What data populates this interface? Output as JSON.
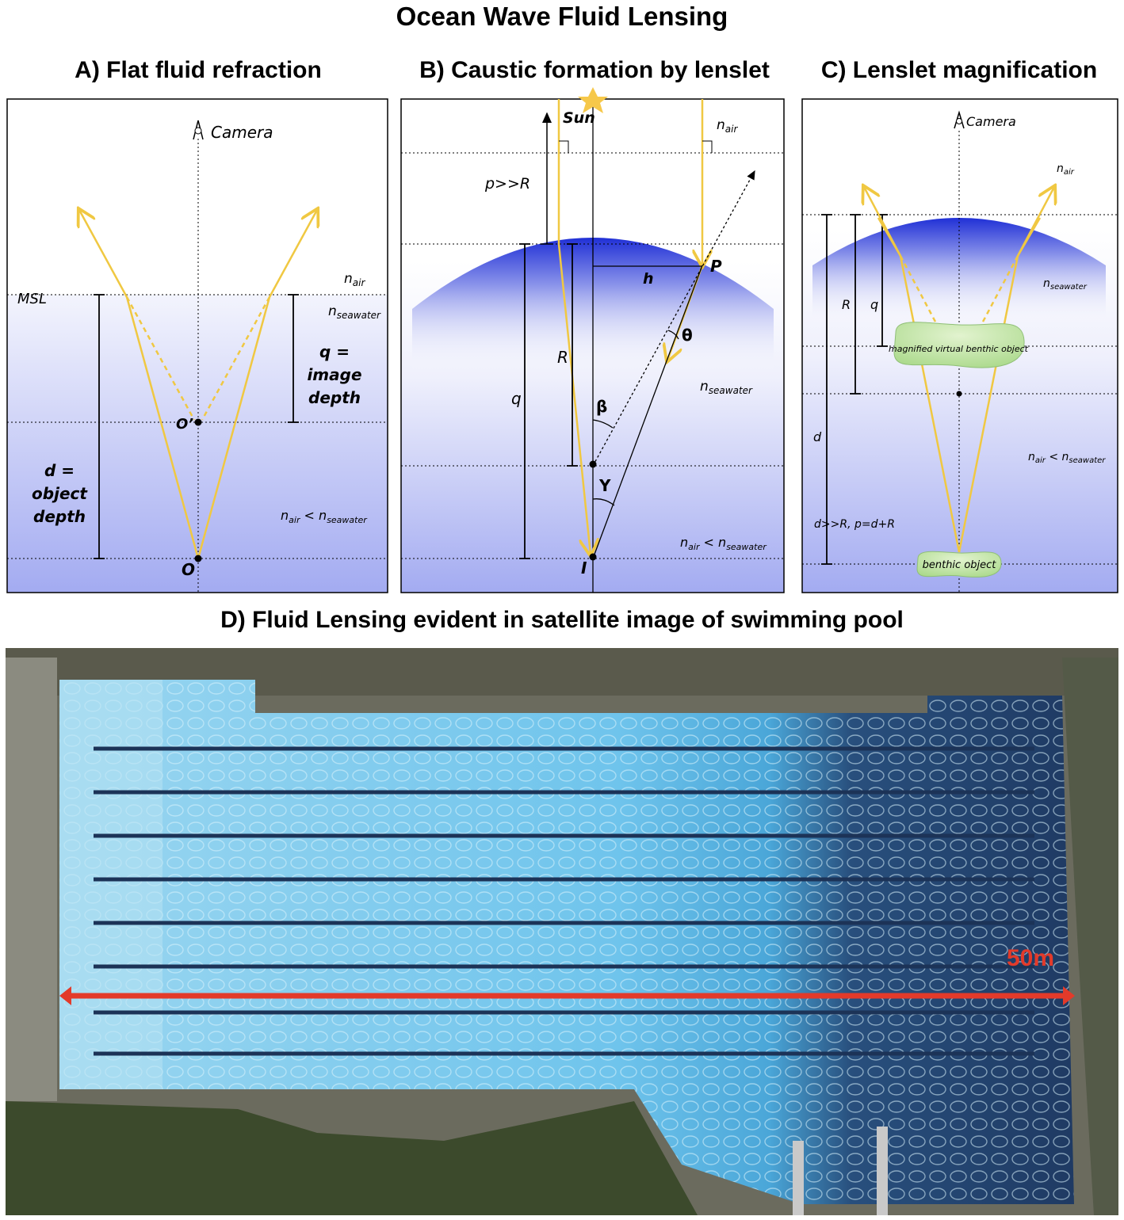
{
  "title": "Ocean Wave Fluid Lensing",
  "panel_a": {
    "title": "A) Flat fluid refraction",
    "camera": "Camera",
    "msl": "MSL",
    "n_air": "n",
    "n_air_sub": "air",
    "n_seawater": "n",
    "n_seawater_sub": "seawater",
    "q_line1": "q =",
    "q_line2": "image",
    "q_line3": "depth",
    "d_line1": "d =",
    "d_line2": "object",
    "d_line3": "depth",
    "o_prime": "O’",
    "o": "O",
    "ineq_n1": "n",
    "ineq_sub1": "air",
    "ineq_mid": " < n",
    "ineq_sub2": "seawater"
  },
  "panel_b": {
    "title": "B) Caustic formation by lenslet",
    "sun": "Sun",
    "n_air": "n",
    "n_air_sub": "air",
    "p_gg_r": "p>>R",
    "h": "h",
    "P": "P",
    "R": "R",
    "q": "q",
    "theta": "θ",
    "beta": "β",
    "gamma": "Y",
    "n_seawater": "n",
    "n_seawater_sub": "seawater",
    "I": "I",
    "ineq_n1": "n",
    "ineq_sub1": "air",
    "ineq_mid": " < n",
    "ineq_sub2": "seawater"
  },
  "panel_c": {
    "title": "C) Lenslet magnification",
    "camera": "Camera",
    "n_air": "n",
    "n_air_sub": "air",
    "R": "R",
    "q": "q",
    "n_seawater": "n",
    "n_seawater_sub": "seawater",
    "virtual_object": "magnified virtual benthic object",
    "d": "d",
    "ineq_n1": "n",
    "ineq_sub1": "air",
    "ineq_mid": " < n",
    "ineq_sub2": "seawater",
    "relation": "d>>R, p=d+R",
    "benthic_object": "benthic object"
  },
  "panel_d": {
    "title": "D) Fluid Lensing evident in satellite image of swimming pool",
    "scale_label": "50m"
  },
  "colors": {
    "ray": "#f0c842",
    "water_top": "#f2f3fd",
    "water_bottom": "#a6adf2",
    "lens_top": "#2a39d8",
    "pool_light": "#8fd0ee",
    "pool_dark": "#233f68",
    "scale_bar": "#e33a2a",
    "blob": "#c4e6a8"
  }
}
